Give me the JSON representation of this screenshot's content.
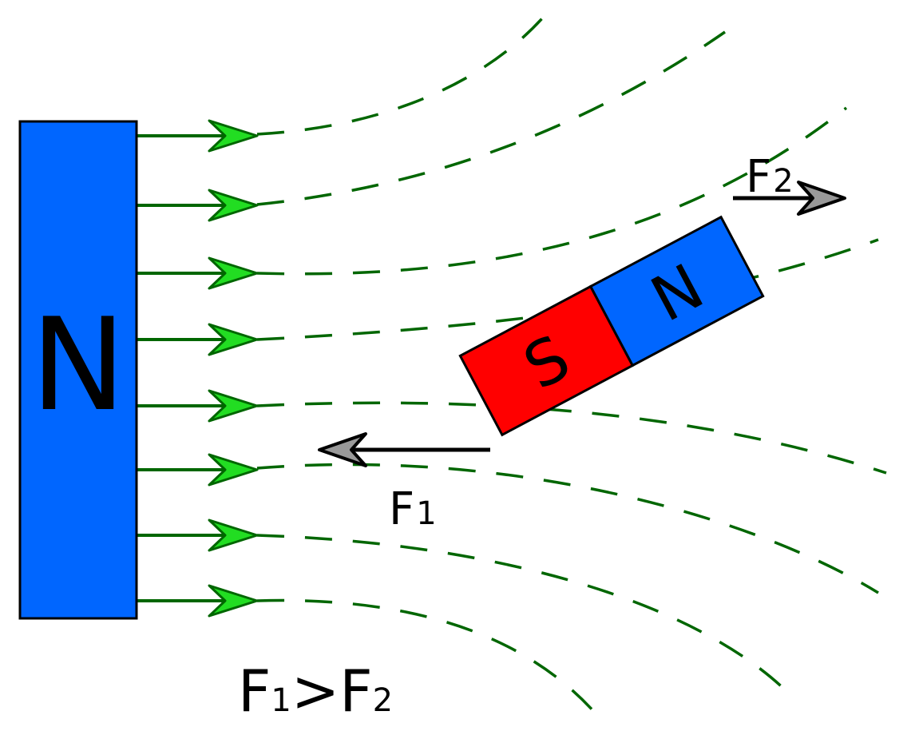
{
  "colors": {
    "north": "#0066ff",
    "south": "#ff0000",
    "field_line": "#006600",
    "field_arrow": "#22dd22",
    "force_head": "#999999",
    "ink": "#000000"
  },
  "big_magnet": {
    "label": "N"
  },
  "small_magnet": {
    "south_label": "S",
    "north_label": "N"
  },
  "forces": {
    "f1": {
      "letter": "F",
      "subscript": "1"
    },
    "f2": {
      "letter": "F",
      "subscript": "2"
    }
  },
  "relation": {
    "left": "F",
    "left_sub": "1",
    "operator": ">",
    "right": "F",
    "right_sub": "2"
  }
}
